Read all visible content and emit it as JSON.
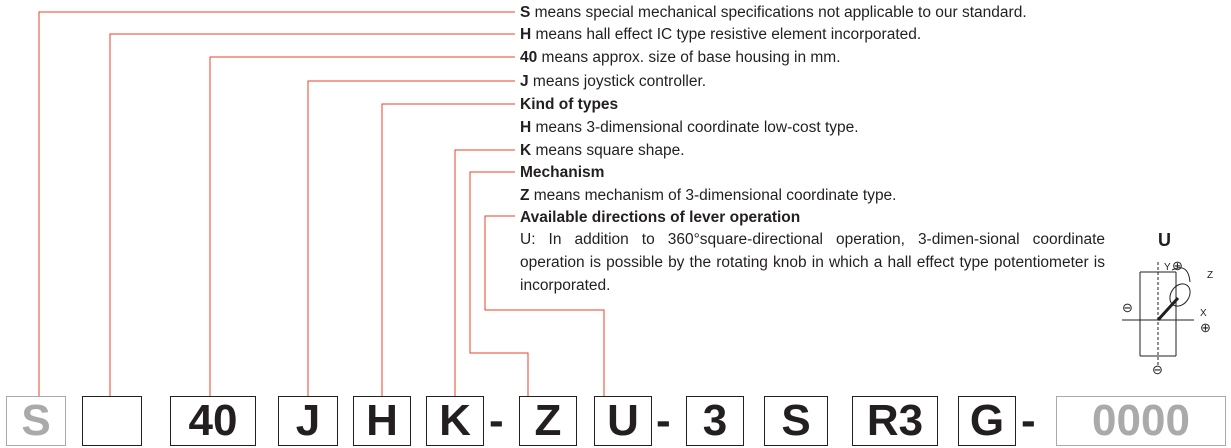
{
  "descriptions": [
    {
      "code": "S",
      "text": " means special mechanical specifications not applicable to our standard."
    },
    {
      "code": "H",
      "text": " means hall effect IC type resistive element incorporated."
    },
    {
      "code": "40",
      "text": " means approx. size of base housing in mm."
    },
    {
      "code": "J",
      "text": " means joystick controller."
    },
    {
      "heading": "Kind of types"
    },
    {
      "code": "H",
      "text": " means 3-dimensional coordinate low-cost type."
    },
    {
      "code": "K",
      "text": " means square shape."
    },
    {
      "heading": "Mechanism"
    },
    {
      "code": "Z",
      "text": " means mechanism of 3-dimensional coordinate type."
    },
    {
      "heading": "Available directions of lever operation"
    }
  ],
  "lever_note": "U: In addition to 360°square-directional operation, 3-dimen-sional coordinate operation is possible by the rotating knob in which a hall effect type potentiometer is incorporated.",
  "part_code": {
    "boxes": [
      "S",
      "",
      "40",
      "J",
      "H",
      "K",
      "Z",
      "U",
      "3",
      "S",
      "R3",
      "G",
      "0000"
    ],
    "dash": "-"
  },
  "direction_diagram": {
    "title": "U",
    "labels": {
      "y": "Y",
      "z": "Z",
      "x": "X",
      "plus": "⊕",
      "minus": "⊖"
    }
  },
  "colors": {
    "leader": "#e8402a",
    "text": "#231f20",
    "grey_box": "#aaaaaa"
  }
}
